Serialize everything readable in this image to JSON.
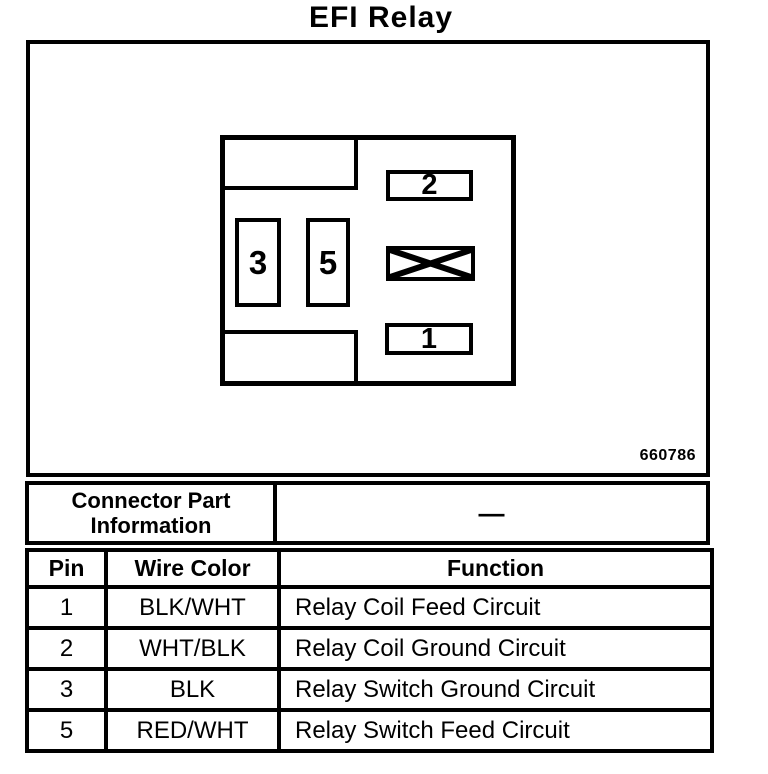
{
  "title": "EFI Relay",
  "diagram": {
    "figure_number": "660786",
    "cavity_labels": {
      "pin1": "1",
      "pin2": "2",
      "pin3": "3",
      "pin5": "5"
    }
  },
  "connector_info": {
    "label": "Connector Part Information",
    "value": "—"
  },
  "pin_table": {
    "headers": {
      "pin": "Pin",
      "wire_color": "Wire Color",
      "function": "Function"
    },
    "rows": [
      {
        "pin": "1",
        "wire_color": "BLK/WHT",
        "function": "Relay Coil Feed Circuit"
      },
      {
        "pin": "2",
        "wire_color": "WHT/BLK",
        "function": "Relay Coil Ground Circuit"
      },
      {
        "pin": "3",
        "wire_color": "BLK",
        "function": "Relay Switch Ground Circuit"
      },
      {
        "pin": "5",
        "wire_color": "RED/WHT",
        "function": "Relay Switch Feed Circuit"
      }
    ]
  },
  "colors": {
    "ink": "#000000",
    "paper": "#ffffff"
  }
}
